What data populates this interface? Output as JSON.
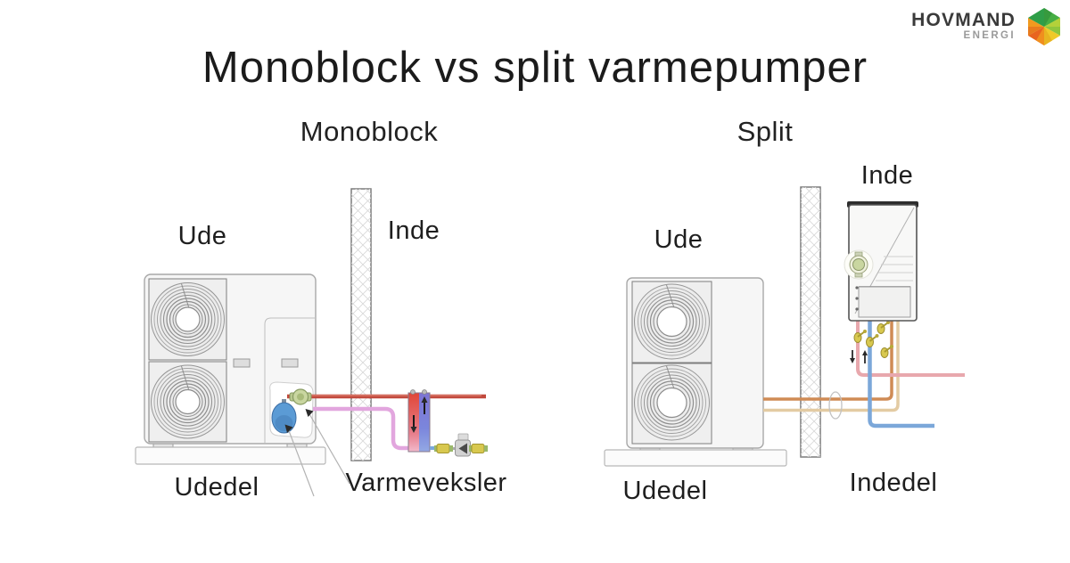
{
  "title": "Monoblock vs split varmepumper",
  "logo": {
    "brand": "HOVMAND",
    "division": "ENERGI"
  },
  "diagrams": {
    "monoblock": {
      "heading": "Monoblock",
      "outside_label": "Ude",
      "inside_label": "Inde",
      "outdoor_unit_label": "Udedel",
      "heat_exchanger_label": "Varmeveksler"
    },
    "split": {
      "heading": "Split",
      "outside_label": "Ude",
      "inside_label": "Inde",
      "outdoor_unit_label": "Udedel",
      "indoor_unit_label": "Indedel"
    }
  },
  "colors": {
    "background": "#ffffff",
    "text": "#1e1e1e",
    "flow_pipe_red": "#c1493d",
    "return_pipe_pink": "#e2a6de",
    "water_pipe_blue": "#7ba7d9",
    "refrigerant_pipe_orange": "#cf8b55",
    "refrigerant_pipe_tan": "#e3cba3",
    "heating_pipe_rose": "#e8a8ad",
    "expansion_tank_blue": "#5b9bd5",
    "pump_green": "#c9d6a0",
    "valve_yellow": "#d8c84f",
    "logo_green": "#46ae44",
    "logo_orange": "#e8641f"
  }
}
